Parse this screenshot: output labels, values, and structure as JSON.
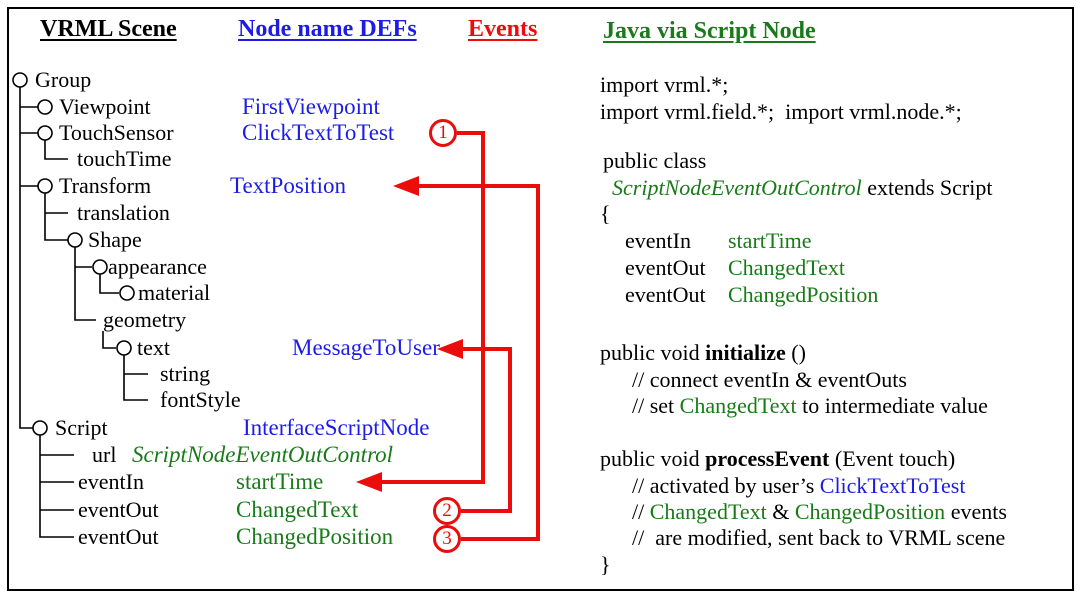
{
  "figure": {
    "colors": {
      "black": "#000000",
      "blue": "#1C1CE6",
      "green": "#197A19",
      "red": "#EB0C0C",
      "white": "#FFFFFF"
    },
    "title_headers": [
      {
        "text": "VRML Scene",
        "color": "black"
      },
      {
        "text": "Node name DEFs",
        "color": "blue"
      },
      {
        "text": "Events",
        "color": "red"
      },
      {
        "text": "Java via Script Node",
        "color": "green"
      }
    ],
    "tree_rows": [
      {
        "label": "Group"
      },
      {
        "label": "Viewpoint",
        "name": "FirstViewpoint",
        "kind": "def"
      },
      {
        "label": "TouchSensor",
        "name": "ClickTextToTest",
        "kind": "def"
      },
      {
        "label": "touchTime"
      },
      {
        "label": "Transform",
        "name": "TextPosition",
        "kind": "def"
      },
      {
        "label": "translation"
      },
      {
        "label": "Shape"
      },
      {
        "label": "appearance"
      },
      {
        "label": "material"
      },
      {
        "label": "geometry"
      },
      {
        "label": "text",
        "name": "MessageToUser",
        "kind": "def"
      },
      {
        "label": "string"
      },
      {
        "label": "fontStyle"
      },
      {
        "label": "Script",
        "name": "InterfaceScriptNode",
        "kind": "def"
      },
      {
        "label": "url",
        "name": "ScriptNodeEventOutControl",
        "kind": "class"
      },
      {
        "label": "eventIn",
        "name": "startTime",
        "kind": "field"
      },
      {
        "label": "eventOut",
        "name": "ChangedText",
        "kind": "field"
      },
      {
        "label": "eventOut",
        "name": "ChangedPosition",
        "kind": "field"
      }
    ],
    "event_routes": [
      {
        "num": "1",
        "from": "ClickTextToTest",
        "to": "startTime"
      },
      {
        "num": "2",
        "from": "ChangedText",
        "to": "MessageToUser"
      },
      {
        "num": "3",
        "from": "ChangedPosition",
        "to": "TextPosition"
      }
    ],
    "java_lines": [
      {
        "segments": [
          {
            "t": "import vrml.*;"
          }
        ]
      },
      {
        "segments": [
          {
            "t": "import vrml.field.*;  import vrml.node.*;"
          }
        ]
      },
      {
        "segments": []
      },
      {
        "segments": [
          {
            "t": "public class"
          }
        ]
      },
      {
        "segments": [
          {
            "t": "ScriptNodeEventOutControl",
            "k": "class"
          },
          {
            "t": " extends Script"
          }
        ]
      },
      {
        "segments": [
          {
            "t": "{"
          }
        ]
      },
      {
        "segments": [
          {
            "t": "eventIn",
            "k": "kw"
          },
          {
            "t": "startTime",
            "k": "field"
          }
        ]
      },
      {
        "segments": [
          {
            "t": "eventOut",
            "k": "kw"
          },
          {
            "t": "ChangedText",
            "k": "field"
          }
        ]
      },
      {
        "segments": [
          {
            "t": "eventOut",
            "k": "kw"
          },
          {
            "t": "ChangedPosition",
            "k": "field"
          }
        ]
      },
      {
        "segments": []
      },
      {
        "segments": [
          {
            "t": "public void "
          },
          {
            "t": "initialize",
            "k": "bold"
          },
          {
            "t": " ()"
          }
        ]
      },
      {
        "segments": [
          {
            "t": "// connect eventIn & eventOuts"
          }
        ]
      },
      {
        "segments": [
          {
            "t": "// set "
          },
          {
            "t": "ChangedText",
            "k": "field"
          },
          {
            "t": " to intermediate value"
          }
        ]
      },
      {
        "segments": []
      },
      {
        "segments": [
          {
            "t": "public void "
          },
          {
            "t": "processEvent",
            "k": "bold"
          },
          {
            "t": " (Event touch)"
          }
        ]
      },
      {
        "segments": [
          {
            "t": "// activated by user’s "
          },
          {
            "t": "ClickTextToTest",
            "k": "def"
          }
        ]
      },
      {
        "segments": [
          {
            "t": "// "
          },
          {
            "t": "ChangedText",
            "k": "field"
          },
          {
            "t": " & "
          },
          {
            "t": "ChangedPosition",
            "k": "field"
          },
          {
            "t": " events"
          }
        ]
      },
      {
        "segments": [
          {
            "t": "//  are modified, sent back to VRML scene"
          }
        ]
      },
      {
        "segments": [
          {
            "t": "}"
          }
        ]
      }
    ]
  }
}
